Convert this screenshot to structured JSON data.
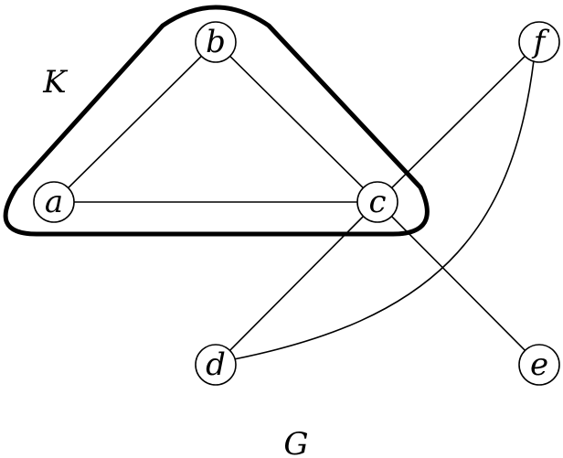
{
  "graph": {
    "name_label": "G",
    "clique_label": "K",
    "nodes": [
      {
        "id": "a",
        "label": "a"
      },
      {
        "id": "b",
        "label": "b"
      },
      {
        "id": "c",
        "label": "c"
      },
      {
        "id": "d",
        "label": "d"
      },
      {
        "id": "e",
        "label": "e"
      },
      {
        "id": "f",
        "label": "f"
      }
    ],
    "edges": [
      {
        "from": "a",
        "to": "b",
        "shape": "line"
      },
      {
        "from": "b",
        "to": "c",
        "shape": "line"
      },
      {
        "from": "a",
        "to": "c",
        "shape": "line"
      },
      {
        "from": "c",
        "to": "f",
        "shape": "line"
      },
      {
        "from": "c",
        "to": "d",
        "shape": "line"
      },
      {
        "from": "c",
        "to": "e",
        "shape": "line"
      },
      {
        "from": "d",
        "to": "f",
        "shape": "curve"
      }
    ],
    "clique_members": [
      "a",
      "b",
      "c"
    ]
  }
}
